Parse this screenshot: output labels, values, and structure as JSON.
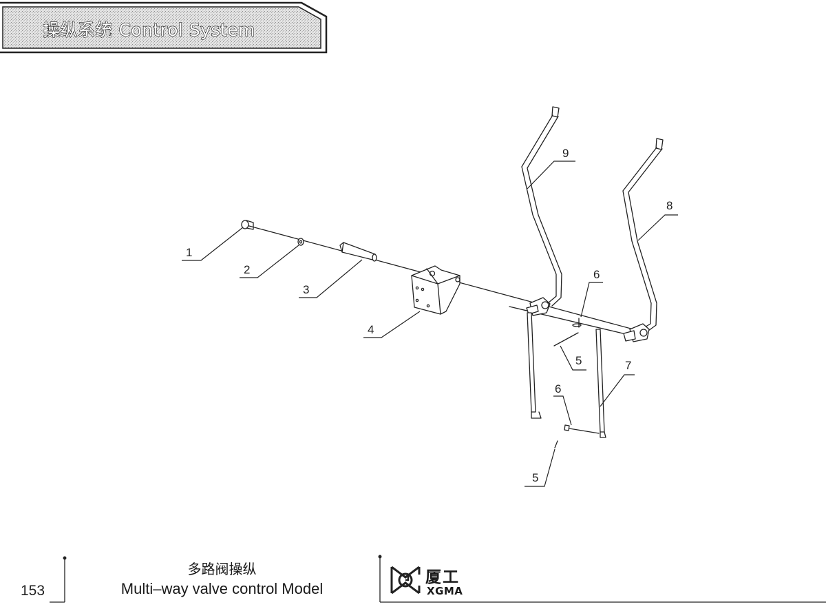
{
  "header": {
    "title": "操纵系统  Control System"
  },
  "callouts": {
    "c1": "1",
    "c2": "2",
    "c3": "3",
    "c4": "4",
    "c5a": "5",
    "c5b": "5",
    "c6a": "6",
    "c6b": "6",
    "c7": "7",
    "c8": "8",
    "c9": "9"
  },
  "footer": {
    "page_number": "153",
    "caption_zh": "多路阀操纵",
    "caption_en": "Multi–way valve control Model",
    "logo_zh": "厦工",
    "logo_en": "XGMA"
  },
  "logo": {
    "icon": "xgma-logo-icon"
  },
  "colors": {
    "line": "#222222",
    "banner_fill": "#d8d8d8"
  }
}
